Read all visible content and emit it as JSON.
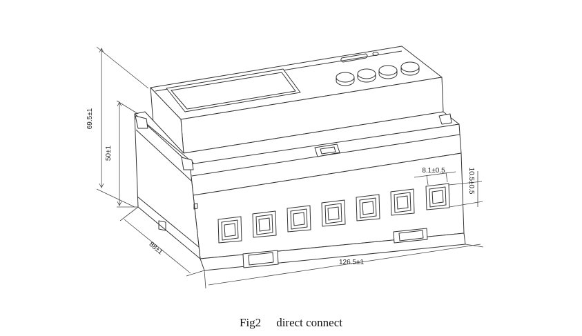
{
  "figure": {
    "dimensions": {
      "height_total": "69.5±1",
      "height_body": "50±1",
      "depth": "88±1",
      "width": "126.5±1",
      "terminal_width": "8.1±0.5",
      "terminal_height": "10.5±0.5"
    },
    "terminal_count": 7,
    "button_count": 4
  },
  "caption": {
    "label": "Fig2",
    "text": "direct connect"
  }
}
